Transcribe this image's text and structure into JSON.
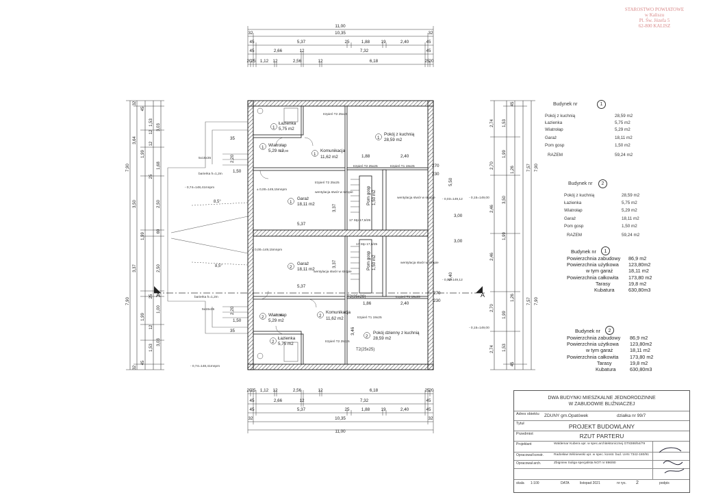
{
  "stamp": [
    "STAROSTWO POWIATOWE",
    "w Kaliszu",
    "Pl. Św. Józefa 5",
    "62-800 KALISZ"
  ],
  "dims_top": {
    "total": "11,00",
    "row2": [
      "32",
      "10,35",
      "32"
    ],
    "row3": [
      "45",
      "5,37",
      "25",
      "1,88",
      "19",
      "2,40",
      "45"
    ],
    "row4": [
      "45",
      "2,66",
      "12",
      "7,32",
      "45"
    ],
    "row5": [
      "20",
      "25",
      "1,12",
      "12",
      "2,56",
      "12",
      "6,18",
      "25",
      "20"
    ]
  },
  "dims_bottom": {
    "total": "11,00",
    "row2": [
      "32",
      "10,35",
      "32"
    ],
    "row3": [
      "45",
      "5,37",
      "25",
      "1,88",
      "19",
      "2,40",
      "45"
    ],
    "row4": [
      "45",
      "2,66",
      "12",
      "7,32",
      "45"
    ],
    "row5": [
      "20",
      "25",
      "1,12",
      "12",
      "2,56",
      "12",
      "6,18",
      "25",
      "20"
    ]
  },
  "dims_left": {
    "outer": [
      "7,90",
      "7,90"
    ],
    "ticks": [
      "32",
      "45",
      "3,03",
      "1,53",
      "12",
      "3,64",
      "1,99",
      "12",
      "1,68",
      "25",
      "3,50",
      "2,50",
      "1,99",
      "69",
      "3,37",
      "2,50",
      "25",
      "1,00",
      "1,99",
      "12",
      "1,53",
      "3,03",
      "45",
      "32"
    ]
  },
  "dims_right": {
    "outer": [
      "7,90",
      "7,90"
    ],
    "ticks": [
      "2,74",
      "1,53",
      "45",
      "2,70",
      "1,99",
      "1,26",
      "2,46",
      "3,50",
      "1,99",
      "2,46",
      "2,70",
      "1,26",
      "1,99",
      "2,74",
      "1,53",
      "45",
      "7,57",
      "7,57"
    ]
  },
  "rooms": [
    {
      "no": "1",
      "name": "Łazienka",
      "area": "5,75 m2"
    },
    {
      "no": "1",
      "name": "Wiatrołap",
      "area": "5,29 m2"
    },
    {
      "no": "1",
      "name": "Komunikacja",
      "area": "11,62 m2"
    },
    {
      "no": "1",
      "name": "Pokój z kuchnią",
      "area": "28,59 m2"
    },
    {
      "no": "1",
      "name": "Garaż",
      "area": "18,11 m2"
    },
    {
      "no": "1",
      "name": "Pom gosp",
      "area": "1,50 m2"
    },
    {
      "no": "2",
      "name": "Garaż",
      "area": "18,11 m2"
    },
    {
      "no": "2",
      "name": "Pom gosp",
      "area": "1,50 m2"
    },
    {
      "no": "2",
      "name": "Wiatrołap",
      "area": "5,29 m2"
    },
    {
      "no": "2",
      "name": "Komunikacja",
      "area": "11,62 m2"
    },
    {
      "no": "2",
      "name": "Pokój dzienny z kuchnią",
      "area": "28,59 m2"
    },
    {
      "no": "2",
      "name": "Łazienka",
      "area": "5,75 m2"
    }
  ],
  "plan_notes": {
    "trzpien_1": "trzpień T2 25x25",
    "trzpien_2": "trzpień T2 25x25",
    "trzpien_3": "trzpień T1 19x25",
    "trzpien_4": "trzpień T1 19x25",
    "trzpien_5": "trzpień T1 19x25",
    "trzpien_6": "trzpień T2 25x25",
    "trzpien_7": "trzpień T2 25x25",
    "t2_a": "T2(25x28)",
    "t2_b": "T2(25x25)",
    "stairs_1": "17 Stp 17,6/25",
    "stairs_2": "17 Stp 17,6/25",
    "wentylacja": "wentylacja stwór w stropie",
    "level_1": "± 0,00",
    "level_2": "± 0,00=149,15mnpm",
    "level_3": "± 0,00=149,15mnpm",
    "level_4": "± 0,00",
    "elev_left_top": "- 0,74=148,41mnpm",
    "elev_left_bottom": "- 0,74=148,41mnpm",
    "elev_mid_1": "- 0,03=149,12",
    "elev_mid_2": "- 0,03=149,12",
    "elev_right_1": "- 0,15=149,00",
    "elev_right_2": "- 0,15=149,00",
    "bariera_1": "barierka h=1,2m",
    "bariera_2": "barierka h=1,2m",
    "schody_1": "5x15x35",
    "schody_2": "5x15x35",
    "slope_1": "8,5°",
    "slope_2": "8,5°",
    "section_a": "A",
    "d_3_00a": "3,00",
    "d_3_00b": "3,00",
    "d_2_70a": "270",
    "d_2_30a": "230",
    "d_2_70b": "270",
    "d_2_30b": "230",
    "d_5_50": "5,50",
    "d_5_40": "5,40",
    "d_5_37a": "5,37",
    "d_5_37b": "5,37",
    "d_3_37a": "3,37",
    "d_3_37b": "3,37",
    "d_2_40a": "2,40",
    "d_2_40b": "2,40",
    "d_1_88a": "1,88",
    "d_1_86": "1,86",
    "d_2_20a": "2,20",
    "d_2_20b": "2,20",
    "d_1_50a": "1,50",
    "d_1_50b": "1,50",
    "d_35a": "35",
    "d_35b": "35",
    "d_3_46": "3,46"
  },
  "building_1_rooms": {
    "title": "Budynek nr",
    "no": "1",
    "rows": [
      {
        "name": "Pokój z kuchnią",
        "area": "28,59 m2"
      },
      {
        "name": "Łazienka",
        "area": "5,75 m2"
      },
      {
        "name": "Wiatrołap",
        "area": "5,29 m2"
      },
      {
        "name": "Garaż",
        "area": "18,11 m2"
      },
      {
        "name": "Pom gosp",
        "area": "1,50 m2"
      }
    ],
    "total_label": "RAZEM",
    "total": "59,24 m2"
  },
  "building_2_rooms": {
    "title": "Budynek nr",
    "no": "2",
    "rows": [
      {
        "name": "Pokój z kuchnią",
        "area": "28,59 m2"
      },
      {
        "name": "Łazienka",
        "area": "5,75 m2"
      },
      {
        "name": "Wiatrołap",
        "area": "5,29 m2"
      },
      {
        "name": "Garaż",
        "area": "18,11 m2"
      },
      {
        "name": "Pom gosp",
        "area": "1,50 m2"
      }
    ],
    "total_label": "RAZEM",
    "total": "59,24 m2"
  },
  "building_1_summary": {
    "title": "Budynek nr",
    "no": "1",
    "rows": [
      {
        "name": "Powierzchnia zabudowy",
        "value": "86,9 m2"
      },
      {
        "name": "Powierzchnia użytkowa",
        "value": "123,80m2"
      },
      {
        "name": "w tym garaż",
        "value": "18,11 m2"
      },
      {
        "name": "Powierzchnia całkowita",
        "value": "173,80 m2"
      },
      {
        "name": "Tarasy",
        "value": "19,8 m2"
      },
      {
        "name": "Kubatura",
        "value": "630,80m3"
      }
    ]
  },
  "building_2_summary": {
    "title": "Budynek nr",
    "no": "2",
    "rows": [
      {
        "name": "Powierzchnia zabudowy",
        "value": "86,9 m2"
      },
      {
        "name": "Powierzchnia użytkowa",
        "value": "123,80m2"
      },
      {
        "name": "w tym garaż",
        "value": "18,11 m2"
      },
      {
        "name": "Powierzchnia całkowita",
        "value": "173,80 m2"
      },
      {
        "name": "Tarasy",
        "value": "19,8 m2"
      },
      {
        "name": "Kubatura",
        "value": "630,80m3"
      }
    ]
  },
  "title_block": {
    "object": "DWA BUDYNKI MIESZKALNE JEDNORODZINNE",
    "object_2": "W ZABUDOWIE BLIŹNIACZEJ",
    "address_label": "Adres obiektu",
    "address": "ZDUNY gm.Opatówek",
    "plot": "działka nr 99/7",
    "title_label": "Tytuł",
    "title": "PROJEKT BUDOWLANY",
    "drawing_label": "Przedmiot",
    "drawing": "RZUT PARTERU",
    "designer_label": "Projektant",
    "designer": "Waldemar Kubera upr. w spec.architektonicznej GT8388/54/79",
    "structural_label": "Opracował konstr.",
    "structural": "Radosław Wiśniewski upr. w spec. konstr. bud. UAN 7342-180/91",
    "architect_label": "Opracował arch.",
    "architect": "Zbigniew Suliga specjalista NOT nr 896/80",
    "scale_label": "skala",
    "scale": "1:100",
    "date_label": "DATA",
    "date": "listopad 2021",
    "sheet_label": "nr rys.",
    "sheet": "2",
    "sign_label": "podpis"
  }
}
